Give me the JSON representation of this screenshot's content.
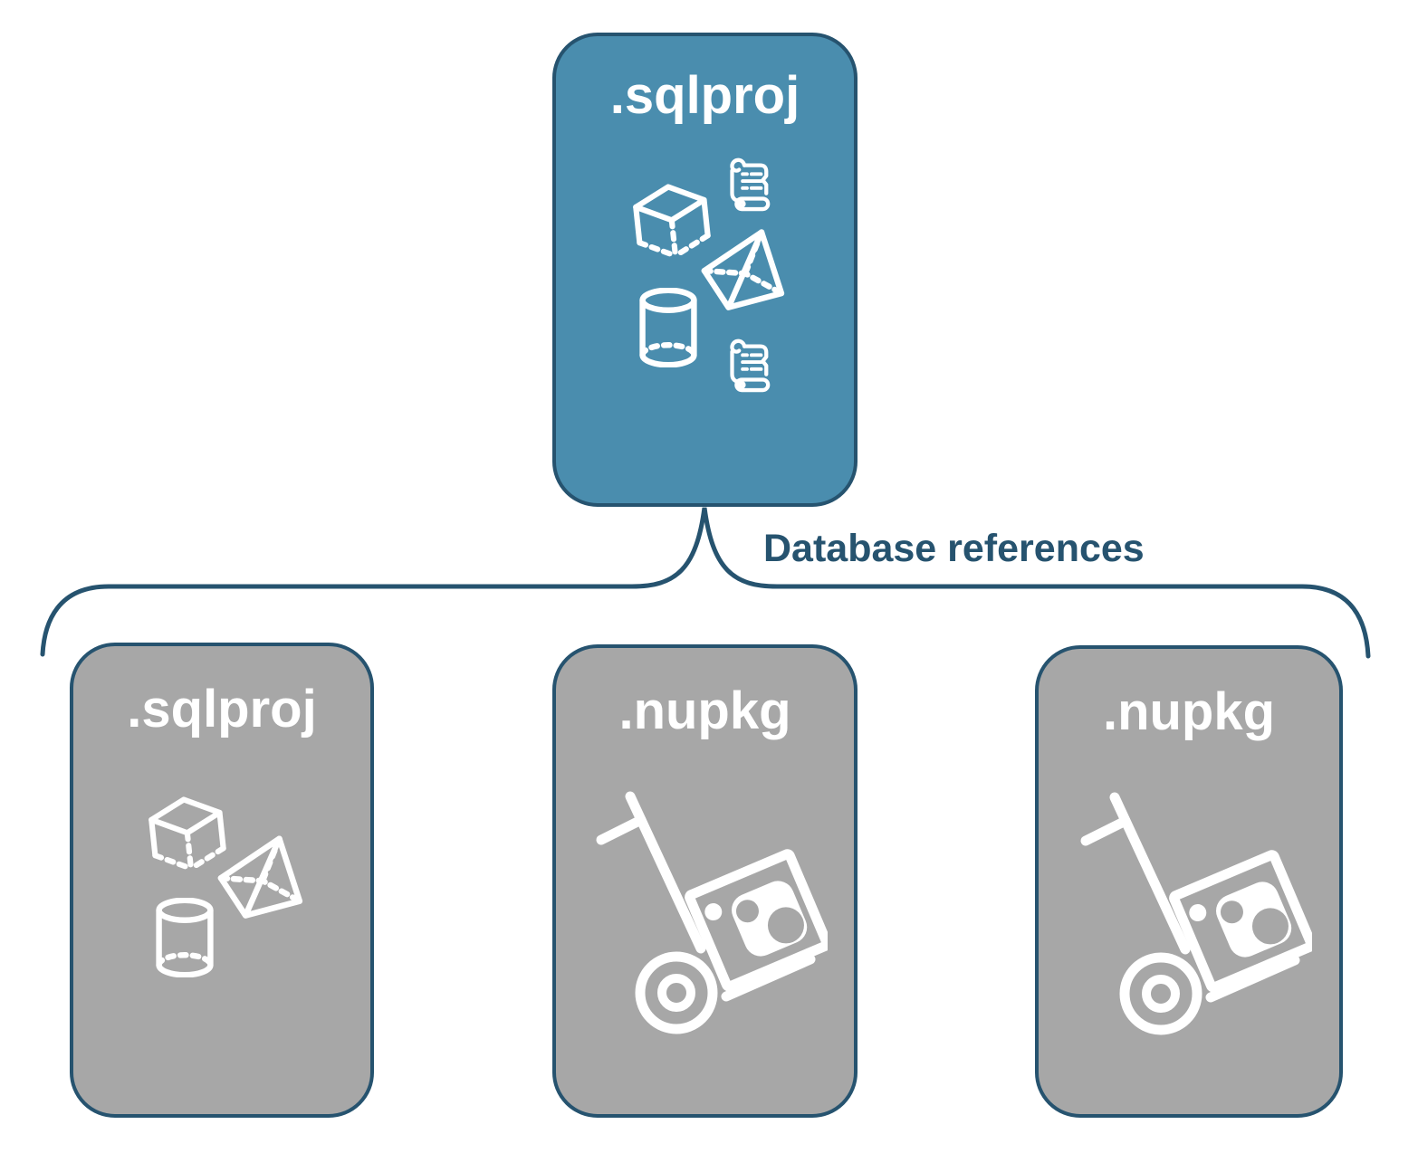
{
  "diagram": {
    "connector_label": "Database references",
    "colors": {
      "accent_fill": "#4A8DAE",
      "neutral_fill": "#A7A7A7",
      "outline": "#26536F",
      "icon": "#FFFFFF",
      "background": "#FFFFFF"
    },
    "root": {
      "label": ".sqlproj",
      "icons": [
        "cube-icon",
        "scroll-icon",
        "pyramid-icon",
        "database-cylinder-icon",
        "scroll-icon"
      ]
    },
    "children": [
      {
        "label": ".sqlproj",
        "icons": [
          "cube-icon",
          "pyramid-icon",
          "database-cylinder-icon"
        ]
      },
      {
        "label": ".nupkg",
        "icons": [
          "handtruck-package-icon"
        ]
      },
      {
        "label": ".nupkg",
        "icons": [
          "handtruck-package-icon"
        ]
      }
    ]
  }
}
